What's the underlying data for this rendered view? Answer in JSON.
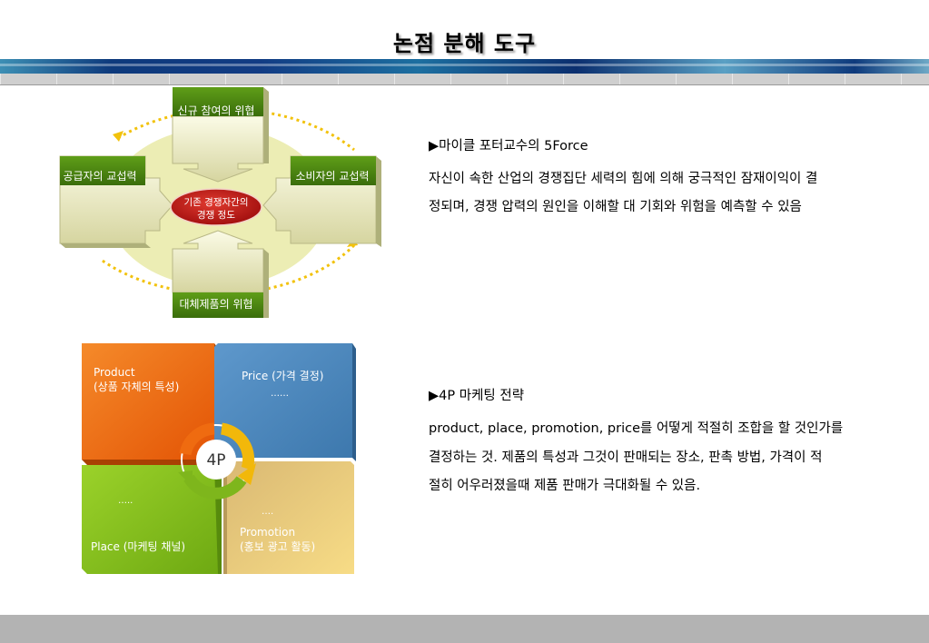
{
  "page": {
    "title": "논점 분해 도구"
  },
  "diagram1": {
    "top_label": "신규 참여의 위협",
    "left_label": "공급자의 교섭력",
    "right_label": "소비자의 교섭력",
    "bottom_label": "대체제품의 위협",
    "center_line1": "기존 경쟁자간의",
    "center_line2": "경쟁 정도"
  },
  "diagram2": {
    "product_line1": "Product",
    "product_line2": "(상품 자체의 특성)",
    "price_label": "Price (가격 결정)",
    "price_ellipsis": "……",
    "center_label": "4P",
    "place_ellipsis": "…..",
    "place_label": "Place (마케팅 채널)",
    "promotion_ellipsis": "….",
    "promotion_line1": "Promotion",
    "promotion_line2": "(홍보 광고 활동)"
  },
  "section1": {
    "heading": "▶마이클 포터교수의 5Force",
    "line1": "자신이 속한 산업의 경쟁집단 세력의 힘에 의해 궁극적인 잠재이익이 결",
    "line2": "정되며, 경쟁 압력의 원인을 이해할 대 기회와 위험을 예측할 수 있음"
  },
  "section2": {
    "heading": "▶4P 마케팅 전략",
    "line1": "product, place, promotion, price를 어떻게 적절히 조합을 할 것인가를",
    "line2": "결정하는 것. 제품의 특성과 그것이 판매되는 장소, 판촉 방법, 가격이 적",
    "line3": "절히 어우러졌을때 제품 판매가 극대화될 수 있음."
  },
  "colors": {
    "green_header": "#4f8a10",
    "block_light": "#f4f3cf",
    "center_red": "#c0171a",
    "ellipse_yellow": "#ecedb4",
    "product_orange": "#f06a0c",
    "price_blue": "#4a86bd",
    "place_green": "#86c41a",
    "promotion_tan": "#efcf78"
  }
}
